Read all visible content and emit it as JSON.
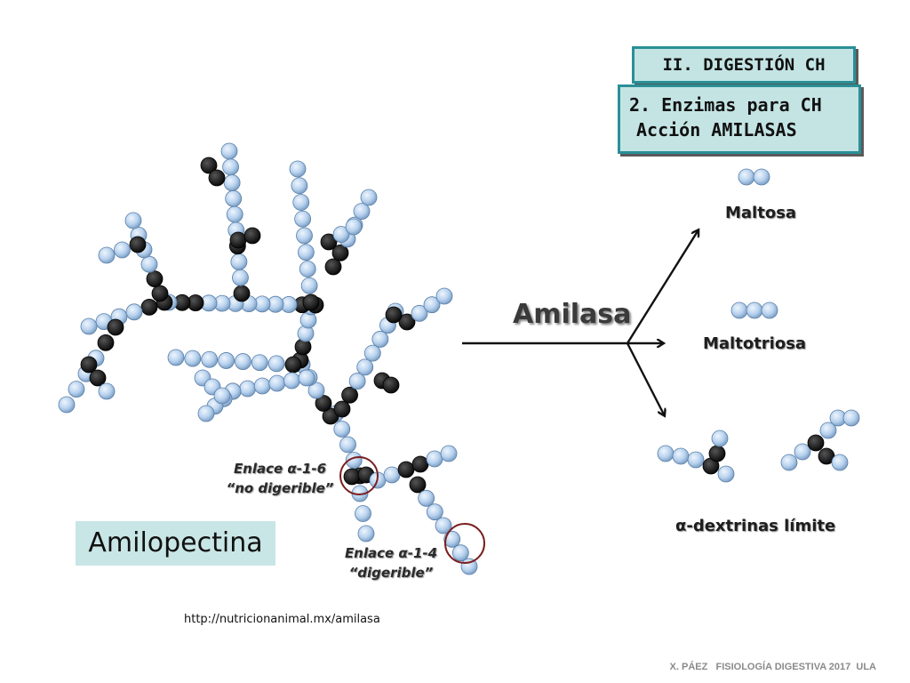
{
  "section_header": "II. DIGESTIÓN CH",
  "topic_box": {
    "line1": "2. Enzimas para CH",
    "line2": "Acción AMILASAS"
  },
  "enzyme_label": "Amilasa",
  "substrate_label": "Amilopectina",
  "bond_alpha16": {
    "name": "Enlace α-1-6",
    "note": "“no digerible”"
  },
  "bond_alpha14": {
    "name": "Enlace α-1-4",
    "note": "“digerible”"
  },
  "products": {
    "maltose": "Maltosa",
    "maltotriose": "Maltotriosa",
    "limit_dextrins": "α-dextrinas límite"
  },
  "source_url": "http://nutricionanimal.mx/amilasa",
  "footer": "X. PÁEZ   FISIOLOGÍA DIGESTIVA 2017  ULA",
  "colors": {
    "glucose_unit": "#b9d3ee",
    "branch_unit": "#1a1a1a",
    "highlight_ring": "#7a1f1f",
    "box_fill": "#c4e4e4",
    "box_border": "#2a8f97"
  }
}
